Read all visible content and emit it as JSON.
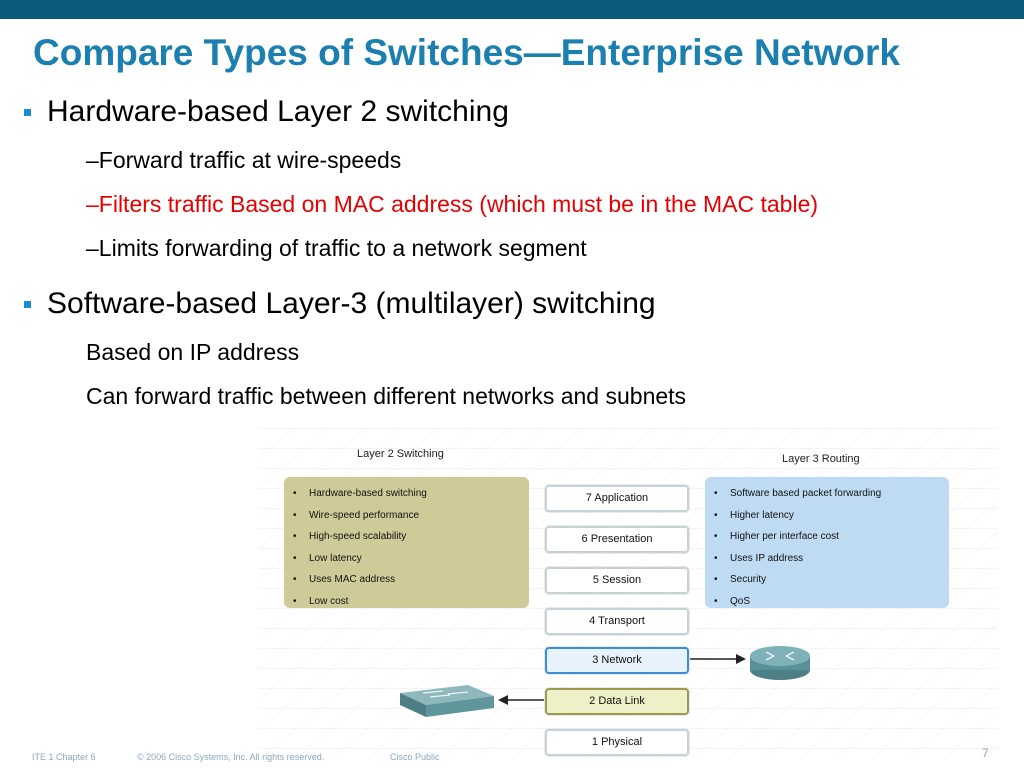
{
  "title": "Compare Types of Switches—Enterprise Network",
  "bullets": [
    {
      "text": "Hardware-based Layer 2 switching",
      "subs": [
        "–Forward traffic at wire-speeds",
        "–Filters traffic Based on MAC address (which must be in the MAC table)",
        "–Limits forwarding of traffic to a network segment"
      ]
    },
    {
      "text": "Software-based Layer-3 (multilayer) switching",
      "subs": [
        "Based on IP address",
        "Can forward traffic between different networks and subnets"
      ]
    }
  ],
  "colors": {
    "accent": "#1b7fb0",
    "highlight": "#e60000",
    "topbar": "#0b5a7a"
  },
  "figure": {
    "left_heading": "Layer 2 Switching",
    "right_heading": "Layer 3 Routing",
    "left_items": [
      "Hardware-based switching",
      "Wire-speed performance",
      "High-speed scalability",
      "Low latency",
      "Uses MAC address",
      "Low cost"
    ],
    "right_items": [
      "Software based packet forwarding",
      "Higher latency",
      "Higher per interface cost",
      "Uses IP address",
      "Security",
      "QoS"
    ],
    "layers": [
      "7 Application",
      "6 Presentation",
      "5 Session",
      "4 Transport",
      "3 Network",
      "2 Data Link",
      "1 Physical"
    ],
    "icons": [
      "router-icon",
      "switch-icon"
    ]
  },
  "footer": {
    "chapter": "ITE 1 Chapter 6",
    "copyright": "© 2006 Cisco Systems, Inc. All rights reserved.",
    "classification": "Cisco Public",
    "page": "7"
  }
}
